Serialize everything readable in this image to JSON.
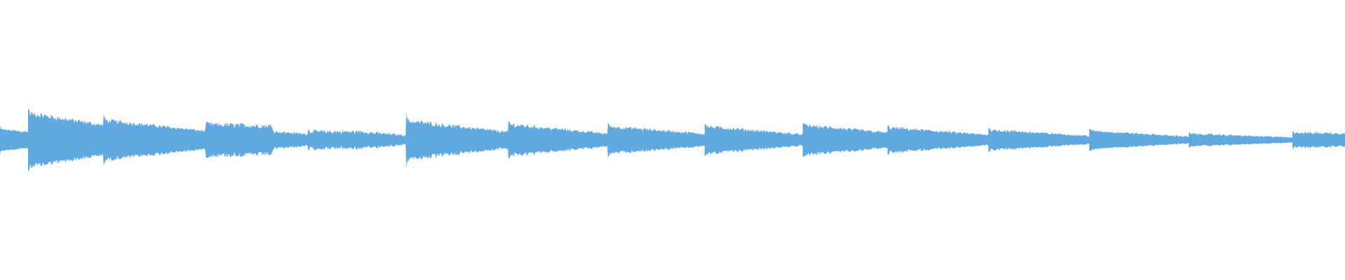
{
  "waveform": {
    "color": "#5fa8e0",
    "background": "#ffffff",
    "onset_positions": [
      0.021,
      0.077,
      0.153,
      0.229,
      0.302,
      0.378,
      0.452,
      0.524,
      0.597,
      0.66,
      0.735,
      0.81,
      0.884,
      0.961
    ],
    "segments": [
      {
        "start": 0.0,
        "end": 0.021,
        "peak": 0.38,
        "decay": 0.25,
        "noise": 0.1
      },
      {
        "start": 0.021,
        "end": 0.077,
        "peak": 0.95,
        "decay": 0.45,
        "noise": 0.12
      },
      {
        "start": 0.077,
        "end": 0.153,
        "peak": 0.7,
        "decay": 0.55,
        "noise": 0.12
      },
      {
        "start": 0.153,
        "end": 0.203,
        "peak": 0.55,
        "decay": 0.1,
        "noise": 0.18
      },
      {
        "start": 0.203,
        "end": 0.229,
        "peak": 0.3,
        "decay": 0.3,
        "noise": 0.15
      },
      {
        "start": 0.229,
        "end": 0.265,
        "peak": 0.3,
        "decay": 0.05,
        "noise": 0.25
      },
      {
        "start": 0.265,
        "end": 0.302,
        "peak": 0.3,
        "decay": 0.45,
        "noise": 0.2
      },
      {
        "start": 0.302,
        "end": 0.378,
        "peak": 0.68,
        "decay": 0.6,
        "noise": 0.15
      },
      {
        "start": 0.378,
        "end": 0.452,
        "peak": 0.55,
        "decay": 0.6,
        "noise": 0.15
      },
      {
        "start": 0.452,
        "end": 0.524,
        "peak": 0.48,
        "decay": 0.55,
        "noise": 0.15
      },
      {
        "start": 0.524,
        "end": 0.597,
        "peak": 0.48,
        "decay": 0.6,
        "noise": 0.15
      },
      {
        "start": 0.597,
        "end": 0.66,
        "peak": 0.52,
        "decay": 0.5,
        "noise": 0.15
      },
      {
        "start": 0.66,
        "end": 0.735,
        "peak": 0.44,
        "decay": 0.6,
        "noise": 0.15
      },
      {
        "start": 0.735,
        "end": 0.81,
        "peak": 0.36,
        "decay": 0.6,
        "noise": 0.15
      },
      {
        "start": 0.81,
        "end": 0.884,
        "peak": 0.33,
        "decay": 0.65,
        "noise": 0.12
      },
      {
        "start": 0.884,
        "end": 0.961,
        "peak": 0.22,
        "decay": 0.6,
        "noise": 0.12
      },
      {
        "start": 0.961,
        "end": 1.0,
        "peak": 0.26,
        "decay": 0.1,
        "noise": 0.18
      }
    ]
  }
}
